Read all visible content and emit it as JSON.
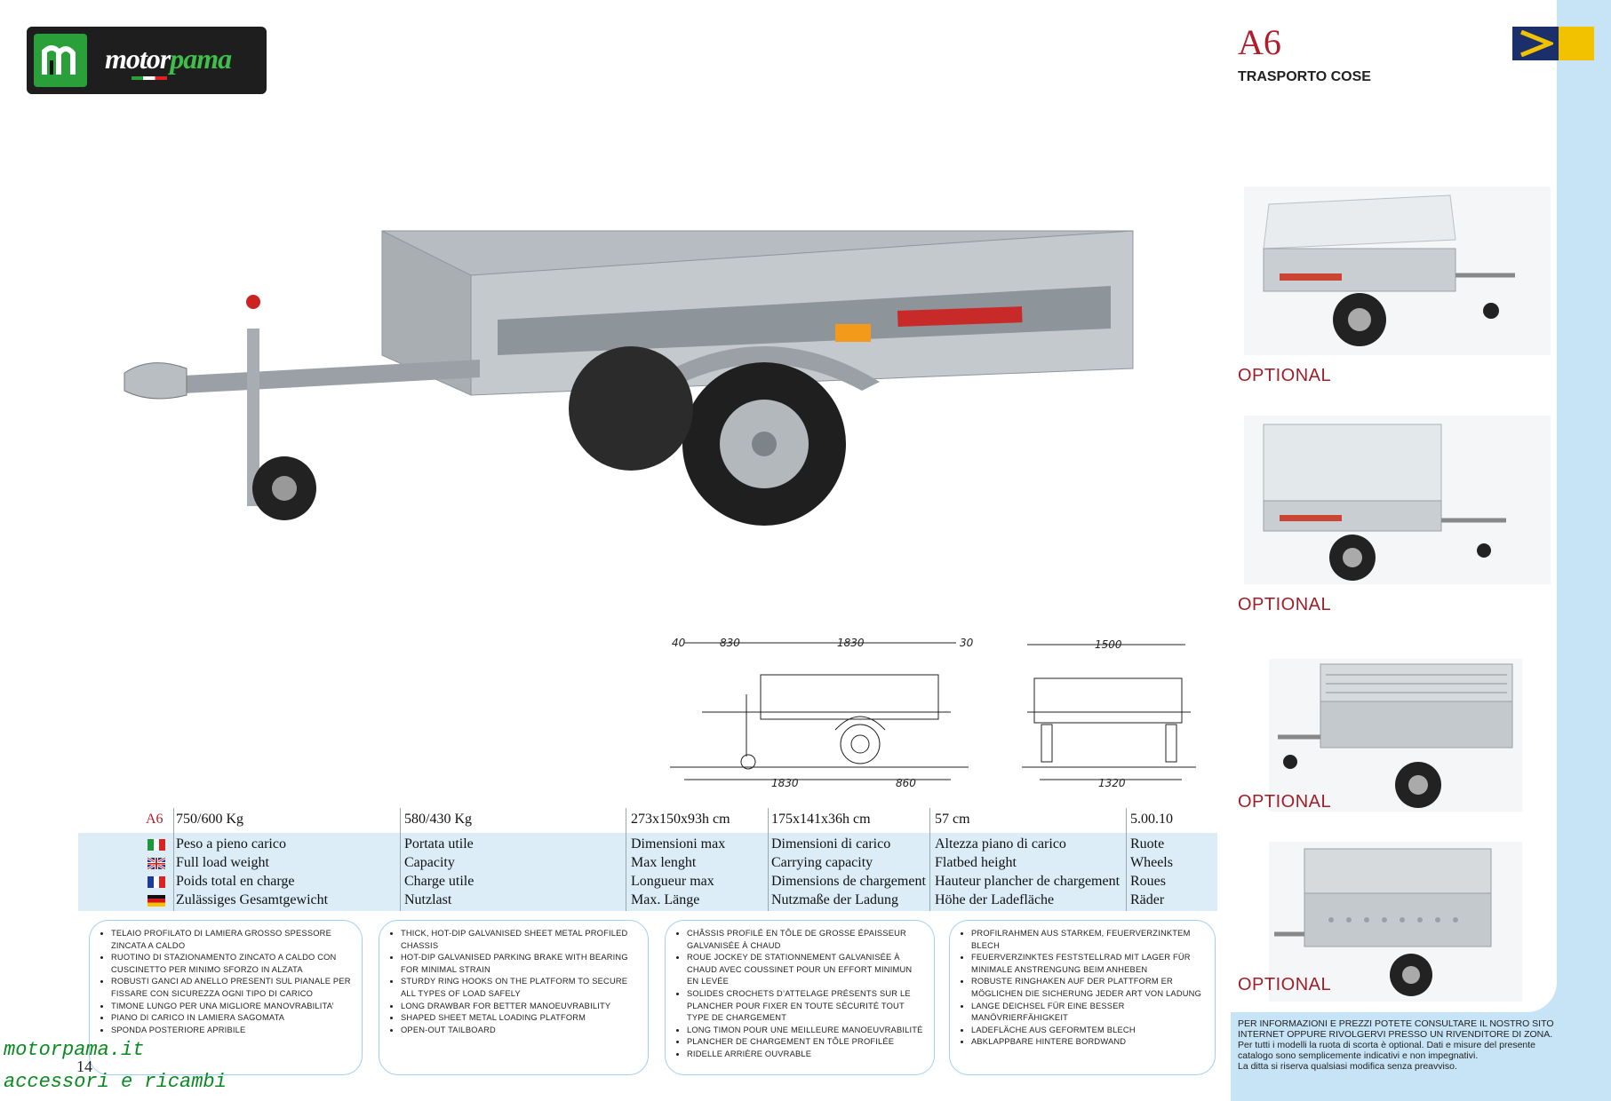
{
  "brand": {
    "name_plain": "motor",
    "name_accent": "pama"
  },
  "header": {
    "model": "A6",
    "category": "TRASPORTO COSE"
  },
  "colors": {
    "accent_red": "#b01e2e",
    "panel_blue": "#c6e4f6",
    "navy": "#1b2f6b",
    "yellow": "#f2c200"
  },
  "optionals": [
    {
      "label": "OPTIONAL",
      "image": "trailer-with-hard-cover"
    },
    {
      "label": "OPTIONAL",
      "image": "trailer-with-canvas-tent"
    },
    {
      "label": "OPTIONAL",
      "image": "trailer-with-mesh-side-extensions"
    },
    {
      "label": "OPTIONAL",
      "image": "trailer-with-high-mesh-sides"
    }
  ],
  "footnote": {
    "line1": "PER INFORMAZIONI E PREZZI POTETE CONSULTARE IL NOSTRO SITO INTERNET OPPURE RIVOLGERVI PRESSO UN RIVENDITORE DI ZONA.",
    "line2": "Per tutti i modelli la ruota di scorta è optional. Dati e misure del presente catalogo sono semplicemente indicativi e non impegnativi.",
    "line3": "La ditta si riserva qualsiasi modifica senza preavviso."
  },
  "drawing": {
    "side": {
      "d1": "40",
      "d2": "830",
      "d3": "1830",
      "d4": "30",
      "d5": "1830",
      "d6": "860"
    },
    "rear": {
      "d1": "1500",
      "d2": "1320"
    }
  },
  "specs": {
    "model": "A6",
    "values": [
      "750/600 Kg",
      "580/430 Kg",
      "273x150x93h cm",
      "175x141x36h cm",
      "57 cm",
      "5.00.10"
    ],
    "labels": [
      [
        "Peso a pieno carico",
        "Full load weight",
        "Poids total en charge",
        "Zulässiges Gesamtgewicht"
      ],
      [
        "Portata utile",
        "Capacity",
        "Charge utile",
        "Nutzlast"
      ],
      [
        "Dimensioni max",
        "Max lenght",
        "Longueur max",
        "Max. Länge"
      ],
      [
        "Dimensioni di carico",
        "Carrying capacity",
        "Dimensions de chargement",
        "Nutzmaße der Ladung"
      ],
      [
        "Altezza piano di carico",
        "Flatbed height",
        "Hauteur plancher de chargement",
        "Höhe der Ladefläche"
      ],
      [
        "Ruote",
        "Wheels",
        "Roues",
        "Räder"
      ]
    ]
  },
  "features": {
    "it": [
      "TELAIO PROFILATO DI LAMIERA  GROSSO SPESSORE ZINCATA  A CALDO",
      "RUOTINO DI STAZIONAMENTO ZINCATO A CALDO CON CUSCINETTO PER MINIMO SFORZO IN ALZATA",
      "ROBUSTI GANCI AD ANELLO PRESENTI SUL PIANALE PER FISSARE CON SICUREZZA OGNI TIPO DI CARICO",
      "TIMONE LUNGO PER UNA MIGLIORE MANOVRABILITA’",
      "PIANO DI CARICO IN LAMIERA SAGOMATA",
      "SPONDA POSTERIORE APRIBILE"
    ],
    "en": [
      "THICK, HOT-DIP GALVANISED SHEET METAL PROFILED CHASSIS",
      "HOT-DIP GALVANISED PARKING BRAKE WITH BEARING FOR MINIMAL STRAIN",
      "STURDY RING HOOKS ON THE PLATFORM TO SECURE ALL TYPES OF LOAD SAFELY",
      "LONG DRAWBAR FOR BETTER MANOEUVRABILITY",
      "SHAPED SHEET METAL LOADING PLATFORM",
      "OPEN-OUT TAILBOARD"
    ],
    "fr": [
      "CHÂSSIS PROFILÉ EN TÔLE DE GROSSE ÉPAISSEUR GALVANISÉE À CHAUD",
      "ROUE JOCKEY DE STATIONNEMENT GALVANISÉE À CHAUD AVEC COUSSINET POUR UN EFFORT MINIMUN EN LEVÉE",
      "SOLIDES CROCHETS D’ATTELAGE PRÉSENTS SUR LE PLANCHER POUR FIXER EN TOUTE SÉCURITÉ TOUT TYPE DE CHARGEMENT",
      "LONG TIMON POUR UNE MEILLEURE MANOEUVRABILITÉ",
      "PLANCHER DE CHARGEMENT EN TÔLE PROFILÉE",
      "RIDELLE ARRIÈRE OUVRABLE"
    ],
    "de": [
      "PROFILRAHMEN AUS STARKEM, FEUERVERZINKTEM BLECH",
      "FEUERVERZINKTES FESTSTELLRAD MIT LAGER FÜR MINIMALE ANSTRENGUNG BEIM ANHEBEN",
      "ROBUSTE RINGHAKEN AUF DER PLATTFORM ER MÖGLICHEN DIE SICHERUNG JEDER ART VON LADUNG",
      "LANGE DEICHSEL FÜR EINE BESSER MANÖVRIERFÄHIGKEIT",
      "LADEFLÄCHE AUS GEFORMTEM BLECH",
      "ABKLAPPBARE HINTERE BORDWAND"
    ]
  },
  "page_number": "14",
  "watermark": {
    "line1": "motorpama.it",
    "line2": "accessori e ricambi"
  }
}
